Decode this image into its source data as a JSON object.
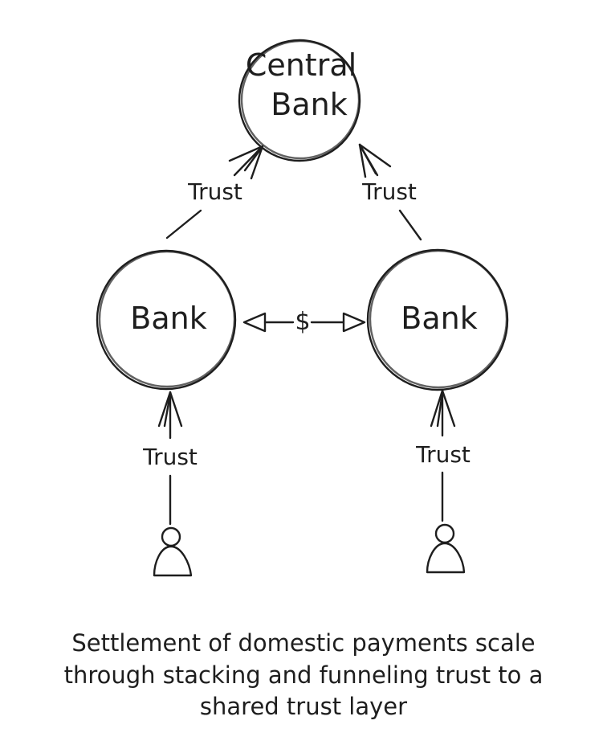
{
  "nodes": {
    "central_bank": {
      "line1": "Central",
      "line2": "Bank"
    },
    "bank_left": {
      "label": "Bank"
    },
    "bank_right": {
      "label": "Bank"
    }
  },
  "edges": {
    "left_to_central": "Trust",
    "right_to_central": "Trust",
    "interbank": "$",
    "user_left_to_bank": "Trust",
    "user_right_to_bank": "Trust"
  },
  "users": [
    {
      "icon": "user-icon"
    },
    {
      "icon": "user-icon"
    }
  ],
  "caption": {
    "line1": "Settlement of domestic payments scale",
    "line2": "through stacking and funneling trust to a",
    "line3": "shared trust layer"
  }
}
